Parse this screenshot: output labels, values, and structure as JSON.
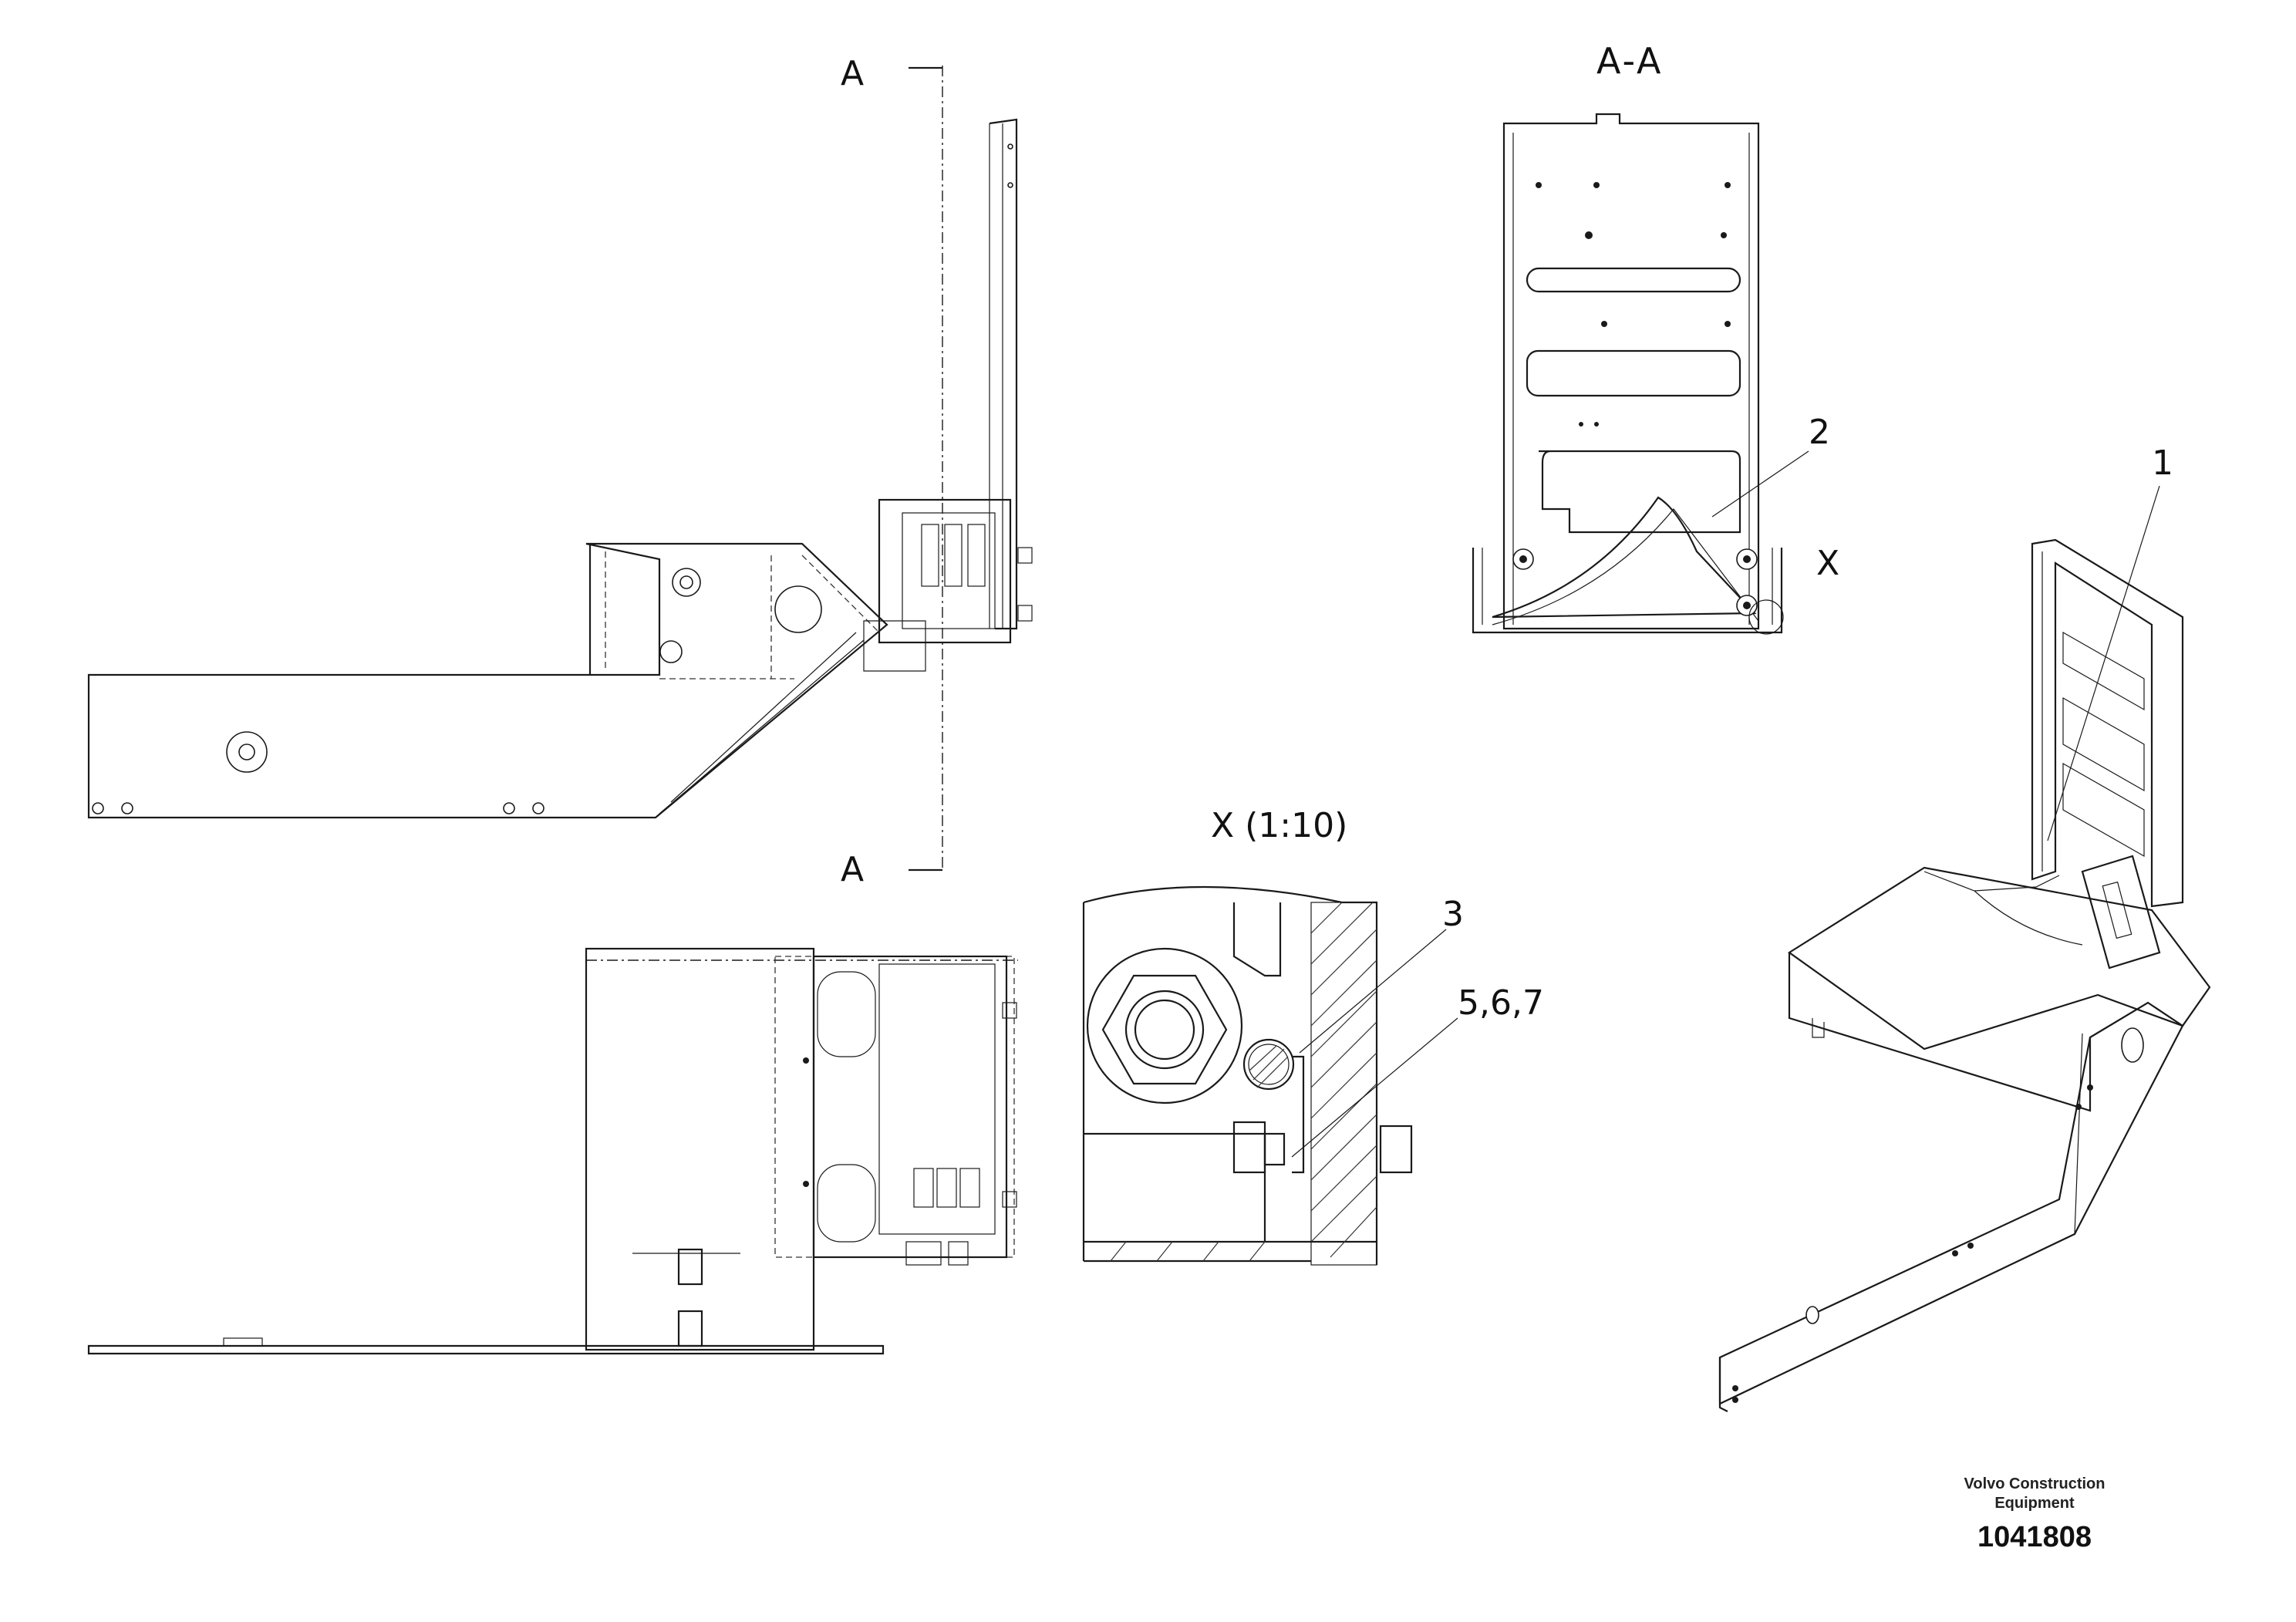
{
  "section_markers": {
    "top": "A",
    "bottom": "A"
  },
  "views": {
    "section_title": "A-A",
    "detail_marker": "X",
    "detail_title": "X (1:10)"
  },
  "callouts": [
    "1",
    "2",
    "3",
    "5,6,7"
  ],
  "footer": {
    "company_line1": "Volvo Construction",
    "company_line2": "Equipment",
    "drawing_number": "1041808"
  }
}
